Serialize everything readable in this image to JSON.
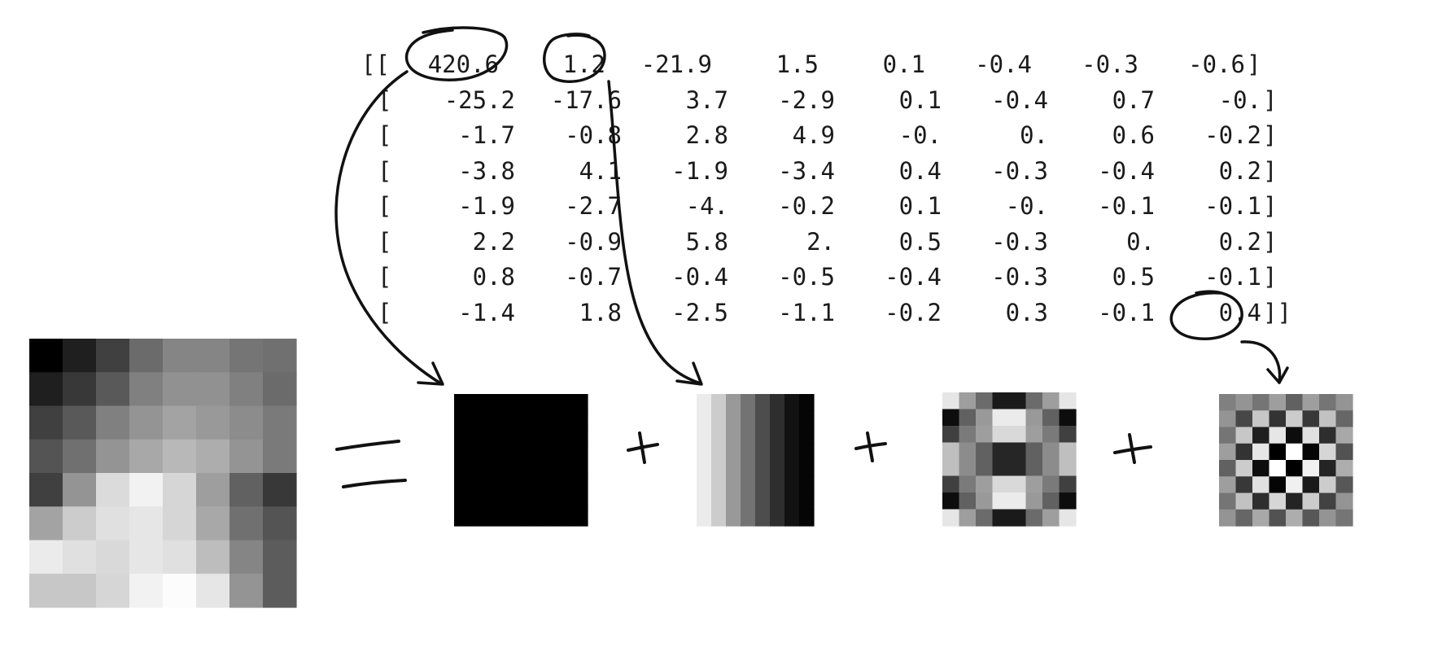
{
  "coefficients": {
    "rows": [
      [
        "420.6",
        "1.2",
        "-21.9",
        "1.5",
        "0.1",
        "-0.4",
        "-0.3",
        "-0.6"
      ],
      [
        "-25.2",
        "-17.6",
        "3.7",
        "-2.9",
        "0.1",
        "-0.4",
        "0.7",
        "-0."
      ],
      [
        "-1.7",
        "-0.8",
        "2.8",
        "4.9",
        "-0.",
        "0.",
        "0.6",
        "-0.2"
      ],
      [
        "-3.8",
        "4.1",
        "-1.9",
        "-3.4",
        "0.4",
        "-0.3",
        "-0.4",
        "0.2"
      ],
      [
        "-1.9",
        "-2.7",
        "-4.",
        "-0.2",
        "0.1",
        "-0.",
        "-0.1",
        "-0.1"
      ],
      [
        "2.2",
        "-0.9",
        "5.8",
        "2.",
        "0.5",
        "-0.3",
        "0.",
        "0.2"
      ],
      [
        "0.8",
        "-0.7",
        "-0.4",
        "-0.5",
        "-0.4",
        "-0.3",
        "0.5",
        "-0.1"
      ],
      [
        "-1.4",
        "1.8",
        "-2.5",
        "-1.1",
        "-0.2",
        "0.3",
        "-0.1",
        "0.4"
      ]
    ],
    "brackets": {
      "first_open": "[[",
      "open": "[",
      "close": "]",
      "last_close": "]]"
    },
    "circled": [
      [
        0,
        0
      ],
      [
        0,
        1
      ],
      [
        7,
        7
      ]
    ]
  },
  "symbols": {
    "equals": "=",
    "plus": "+"
  },
  "images": {
    "original": [
      [
        0.0,
        0.12,
        0.25,
        0.42,
        0.52,
        0.52,
        0.46,
        0.44
      ],
      [
        0.12,
        0.22,
        0.35,
        0.5,
        0.57,
        0.57,
        0.5,
        0.42
      ],
      [
        0.25,
        0.35,
        0.5,
        0.58,
        0.64,
        0.6,
        0.55,
        0.48
      ],
      [
        0.33,
        0.44,
        0.58,
        0.66,
        0.72,
        0.68,
        0.58,
        0.48
      ],
      [
        0.25,
        0.58,
        0.86,
        0.95,
        0.84,
        0.62,
        0.38,
        0.22
      ],
      [
        0.64,
        0.8,
        0.88,
        0.9,
        0.84,
        0.66,
        0.44,
        0.33
      ],
      [
        0.92,
        0.88,
        0.85,
        0.9,
        0.88,
        0.74,
        0.52,
        0.36
      ],
      [
        0.78,
        0.78,
        0.84,
        0.95,
        0.99,
        0.9,
        0.58,
        0.36
      ]
    ],
    "basis_dc": [
      [
        0,
        0,
        0,
        0,
        0,
        0,
        0,
        0
      ],
      [
        0,
        0,
        0,
        0,
        0,
        0,
        0,
        0
      ],
      [
        0,
        0,
        0,
        0,
        0,
        0,
        0,
        0
      ],
      [
        0,
        0,
        0,
        0,
        0,
        0,
        0,
        0
      ],
      [
        0,
        0,
        0,
        0,
        0,
        0,
        0,
        0
      ],
      [
        0,
        0,
        0,
        0,
        0,
        0,
        0,
        0
      ],
      [
        0,
        0,
        0,
        0,
        0,
        0,
        0,
        0
      ],
      [
        0,
        0,
        0,
        0,
        0,
        0,
        0,
        0
      ]
    ],
    "basis_horizontal": [
      [
        0.92,
        0.8,
        0.6,
        0.45,
        0.3,
        0.18,
        0.07,
        0.02
      ],
      [
        0.92,
        0.8,
        0.6,
        0.45,
        0.3,
        0.18,
        0.07,
        0.02
      ],
      [
        0.92,
        0.8,
        0.6,
        0.45,
        0.3,
        0.18,
        0.07,
        0.02
      ],
      [
        0.92,
        0.8,
        0.6,
        0.45,
        0.3,
        0.18,
        0.07,
        0.02
      ],
      [
        0.92,
        0.8,
        0.6,
        0.45,
        0.3,
        0.18,
        0.07,
        0.02
      ],
      [
        0.92,
        0.8,
        0.6,
        0.45,
        0.3,
        0.18,
        0.07,
        0.02
      ],
      [
        0.92,
        0.8,
        0.6,
        0.45,
        0.3,
        0.18,
        0.07,
        0.02
      ],
      [
        0.92,
        0.8,
        0.6,
        0.45,
        0.3,
        0.18,
        0.07,
        0.02
      ]
    ],
    "basis_mixed": [
      [
        0.9,
        0.62,
        0.42,
        0.1,
        0.1,
        0.42,
        0.62,
        0.9
      ],
      [
        0.05,
        0.38,
        0.6,
        0.92,
        0.92,
        0.6,
        0.38,
        0.05
      ],
      [
        0.25,
        0.48,
        0.62,
        0.85,
        0.85,
        0.62,
        0.48,
        0.25
      ],
      [
        0.75,
        0.55,
        0.38,
        0.15,
        0.15,
        0.38,
        0.55,
        0.75
      ],
      [
        0.75,
        0.55,
        0.38,
        0.15,
        0.15,
        0.38,
        0.55,
        0.75
      ],
      [
        0.25,
        0.48,
        0.62,
        0.85,
        0.85,
        0.62,
        0.48,
        0.25
      ],
      [
        0.05,
        0.38,
        0.6,
        0.92,
        0.92,
        0.6,
        0.38,
        0.05
      ],
      [
        0.9,
        0.62,
        0.42,
        0.1,
        0.1,
        0.42,
        0.62,
        0.9
      ]
    ],
    "basis_checker": [
      [
        0.5,
        0.58,
        0.46,
        0.62,
        0.38,
        0.62,
        0.46,
        0.58
      ],
      [
        0.58,
        0.28,
        0.78,
        0.2,
        0.8,
        0.22,
        0.76,
        0.4
      ],
      [
        0.46,
        0.78,
        0.12,
        0.9,
        0.05,
        0.88,
        0.18,
        0.66
      ],
      [
        0.62,
        0.2,
        0.9,
        0.0,
        1.0,
        0.02,
        0.84,
        0.32
      ],
      [
        0.38,
        0.8,
        0.05,
        1.0,
        0.0,
        0.94,
        0.14,
        0.68
      ],
      [
        0.62,
        0.22,
        0.88,
        0.02,
        0.94,
        0.1,
        0.8,
        0.34
      ],
      [
        0.46,
        0.76,
        0.18,
        0.84,
        0.14,
        0.8,
        0.26,
        0.58
      ],
      [
        0.58,
        0.4,
        0.66,
        0.32,
        0.68,
        0.34,
        0.58,
        0.46
      ]
    ]
  },
  "colors": {
    "ink": "#1a1a1a",
    "background": "#ffffff"
  }
}
